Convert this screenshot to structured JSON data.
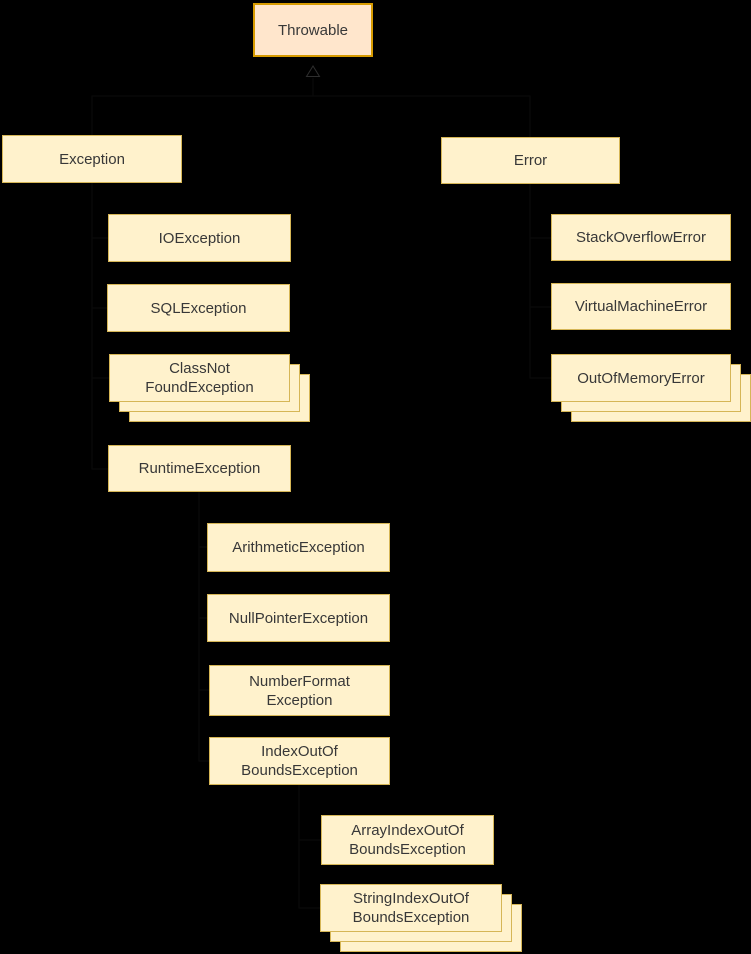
{
  "palette": {
    "background": "#000000",
    "root_fill": "#FFE6CC",
    "root_stroke": "#D79B00",
    "node_fill": "#FFF2CC",
    "node_stroke": "#D6B656",
    "text_color": "#383838"
  },
  "nodes": {
    "throwable": {
      "label": "Throwable",
      "stacked": false
    },
    "exception": {
      "label": "Exception",
      "stacked": false
    },
    "error": {
      "label": "Error",
      "stacked": false
    },
    "io_exception": {
      "label": "IOException",
      "stacked": false
    },
    "sql_exception": {
      "label": "SQLException",
      "stacked": false
    },
    "class_not_found_exception": {
      "label": "ClassNot\nFoundException",
      "stacked": true
    },
    "runtime_exception": {
      "label": "RuntimeException",
      "stacked": false
    },
    "stack_overflow_error": {
      "label": "StackOverflowError",
      "stacked": false
    },
    "virtual_machine_error": {
      "label": "VirtualMachineError",
      "stacked": false
    },
    "out_of_memory_error": {
      "label": "OutOfMemoryError",
      "stacked": true
    },
    "arithmetic_exception": {
      "label": "ArithmeticException",
      "stacked": false
    },
    "null_pointer_exception": {
      "label": "NullPointerException",
      "stacked": false
    },
    "number_format_exception": {
      "label": "NumberFormat\nException",
      "stacked": false
    },
    "index_out_of_bounds_exception": {
      "label": "IndexOutOf\nBoundsException",
      "stacked": false
    },
    "array_index_out_of_bounds_exception": {
      "label": "ArrayIndexOutOf\nBoundsException",
      "stacked": false
    },
    "string_index_out_of_bounds_exception": {
      "label": "StringIndexOutOf\nBoundsException",
      "stacked": true
    }
  },
  "edges": [
    {
      "from": "exception",
      "to": "throwable"
    },
    {
      "from": "error",
      "to": "throwable"
    },
    {
      "from": "io_exception",
      "to": "exception"
    },
    {
      "from": "sql_exception",
      "to": "exception"
    },
    {
      "from": "class_not_found_exception",
      "to": "exception"
    },
    {
      "from": "runtime_exception",
      "to": "exception"
    },
    {
      "from": "stack_overflow_error",
      "to": "error"
    },
    {
      "from": "virtual_machine_error",
      "to": "error"
    },
    {
      "from": "out_of_memory_error",
      "to": "error"
    },
    {
      "from": "arithmetic_exception",
      "to": "runtime_exception"
    },
    {
      "from": "null_pointer_exception",
      "to": "runtime_exception"
    },
    {
      "from": "number_format_exception",
      "to": "runtime_exception"
    },
    {
      "from": "index_out_of_bounds_exception",
      "to": "runtime_exception"
    },
    {
      "from": "array_index_out_of_bounds_exception",
      "to": "index_out_of_bounds_exception"
    },
    {
      "from": "string_index_out_of_bounds_exception",
      "to": "index_out_of_bounds_exception"
    }
  ]
}
